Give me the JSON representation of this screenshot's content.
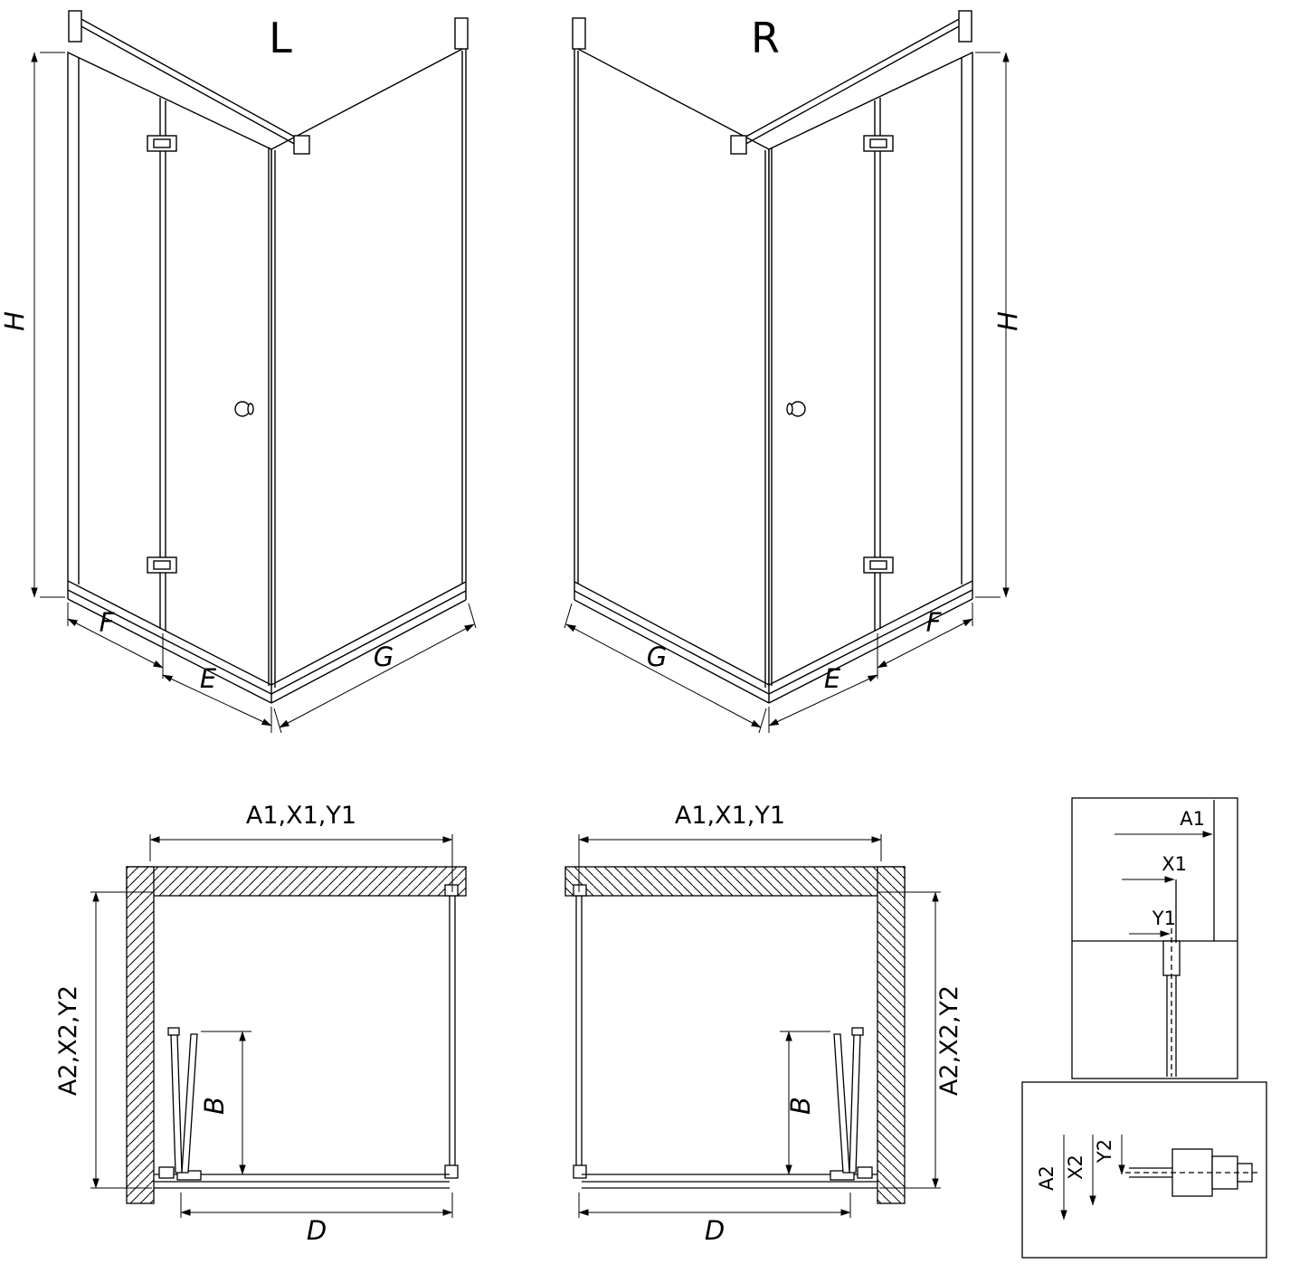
{
  "views": {
    "l3d": {
      "title": "L",
      "h": "H",
      "f": "F",
      "e": "E",
      "g": "G"
    },
    "r3d": {
      "title": "R",
      "h": "H",
      "f": "F",
      "e": "E",
      "g": "G"
    },
    "lplan": {
      "width_top": "A1,X1,Y1",
      "depth_side": "A2,X2,Y2",
      "b": "B",
      "d": "D"
    },
    "rplan": {
      "width_top": "A1,X1,Y1",
      "depth_side": "A2,X2,Y2",
      "b": "B",
      "d": "D"
    }
  },
  "details": {
    "wall": {
      "a1": "A1",
      "x1": "X1",
      "y1": "Y1"
    },
    "floor": {
      "a2": "A2",
      "x2": "X2",
      "y2": "Y2"
    }
  }
}
